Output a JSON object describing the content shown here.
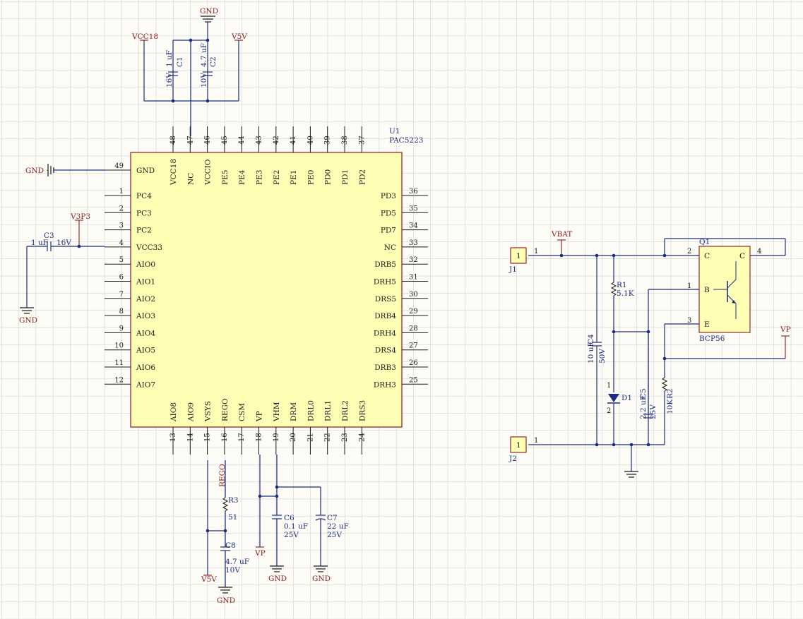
{
  "colors": {
    "grid": "#c9c9c9",
    "background": "#fdfcf6",
    "body": "#fefeb4",
    "body_border": "#8b1a1a",
    "wire": "#1d2c80",
    "power": "#8a1a1a",
    "text": "#1a1a1a"
  },
  "u1": {
    "designator": "U1",
    "part": "PAC5223",
    "top_pins": [
      {
        "num": "48",
        "name": "VCC18"
      },
      {
        "num": "47",
        "name": "NC"
      },
      {
        "num": "46",
        "name": "VCCIO"
      },
      {
        "num": "45",
        "name": "PE5"
      },
      {
        "num": "44",
        "name": "PE4"
      },
      {
        "num": "43",
        "name": "PE3"
      },
      {
        "num": "42",
        "name": "PE2"
      },
      {
        "num": "41",
        "name": "PE1"
      },
      {
        "num": "40",
        "name": "PE0"
      },
      {
        "num": "39",
        "name": "PD0"
      },
      {
        "num": "38",
        "name": "PD1"
      },
      {
        "num": "37",
        "name": "PD2"
      }
    ],
    "left_pins": [
      {
        "num": "49",
        "name": "GND"
      },
      {
        "num": "1",
        "name": "PC4"
      },
      {
        "num": "2",
        "name": "PC3"
      },
      {
        "num": "3",
        "name": "PC2"
      },
      {
        "num": "4",
        "name": "VCC33"
      },
      {
        "num": "5",
        "name": "AIO0"
      },
      {
        "num": "6",
        "name": "AIO1"
      },
      {
        "num": "7",
        "name": "AIO2"
      },
      {
        "num": "8",
        "name": "AIO3"
      },
      {
        "num": "9",
        "name": "AIO4"
      },
      {
        "num": "10",
        "name": "AIO5"
      },
      {
        "num": "11",
        "name": "AIO6"
      },
      {
        "num": "12",
        "name": "AIO7"
      }
    ],
    "right_pins": [
      {
        "num": "36",
        "name": "PD3"
      },
      {
        "num": "35",
        "name": "PD5"
      },
      {
        "num": "34",
        "name": "PD7"
      },
      {
        "num": "33",
        "name": "NC"
      },
      {
        "num": "32",
        "name": "DRB5"
      },
      {
        "num": "31",
        "name": "DRH5"
      },
      {
        "num": "30",
        "name": "DRS5"
      },
      {
        "num": "29",
        "name": "DRB4"
      },
      {
        "num": "28",
        "name": "DRH4"
      },
      {
        "num": "27",
        "name": "DRS4"
      },
      {
        "num": "26",
        "name": "DRB3"
      },
      {
        "num": "25",
        "name": "DRH3"
      }
    ],
    "bottom_pins": [
      {
        "num": "13",
        "name": "AIO8"
      },
      {
        "num": "14",
        "name": "AIO9"
      },
      {
        "num": "15",
        "name": "VSYS"
      },
      {
        "num": "16",
        "name": "REGO"
      },
      {
        "num": "17",
        "name": "CSM"
      },
      {
        "num": "18",
        "name": "VP"
      },
      {
        "num": "19",
        "name": "VHM"
      },
      {
        "num": "20",
        "name": "DRM"
      },
      {
        "num": "21",
        "name": "DRL0"
      },
      {
        "num": "22",
        "name": "DRL1"
      },
      {
        "num": "23",
        "name": "DRL2"
      },
      {
        "num": "24",
        "name": "DRS3"
      }
    ]
  },
  "power": {
    "vcc18": "VCC18",
    "gnd": "GND",
    "v5v": "V5V",
    "v3p3": "V3P3",
    "vbat": "VBAT",
    "vp": "VP",
    "rego": "REGO",
    "gnd_left": "GND ·"
  },
  "caps": {
    "c1": {
      "ref": "C1",
      "value": "1 uF",
      "volt": "16V"
    },
    "c2": {
      "ref": "C2",
      "value": "4.7 uF",
      "volt": "10V"
    },
    "c3": {
      "ref": "C3",
      "value": "1 uF",
      "volt": "16V"
    },
    "c4": {
      "ref": "C4",
      "value": "10 uF",
      "volt": "50V"
    },
    "c5": {
      "ref": "C5",
      "value": "2.2 uF",
      "volt": "25V"
    },
    "c6": {
      "ref": "C6",
      "value": "0.1 uF",
      "volt": "25V"
    },
    "c7": {
      "ref": "C7",
      "value": "22 uF",
      "volt": "25V"
    },
    "c8": {
      "ref": "C8",
      "value": "4.7 uF",
      "volt": "10V"
    }
  },
  "resistors": {
    "r1": {
      "ref": "R1",
      "value": "5.1K"
    },
    "r2": {
      "ref": "R2",
      "value": "10K"
    },
    "r3": {
      "ref": "R3",
      "value": "51"
    }
  },
  "diode": {
    "ref": "D1",
    "pin1": "1",
    "pin2": "2"
  },
  "q1": {
    "ref": "Q1",
    "part": "BCP56",
    "pin_c": "C",
    "pin_b": "B",
    "pin_e": "E",
    "pin_c2": "C",
    "num2": "2",
    "num1": "1",
    "num3": "3",
    "num4": "4"
  },
  "j1": {
    "ref": "J1",
    "pin": "1"
  },
  "j2": {
    "ref": "J2",
    "pin": "1"
  }
}
